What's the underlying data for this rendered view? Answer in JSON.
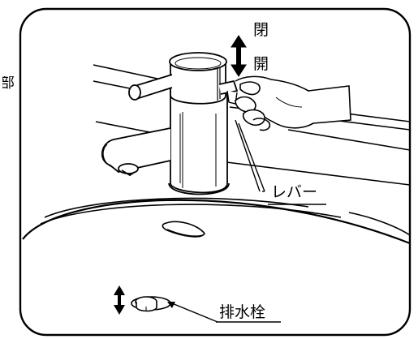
{
  "labels": {
    "close": "閉",
    "open": "開",
    "lever": "レバー",
    "drain_stopper": "排水栓",
    "edge_fragment": "部"
  },
  "colors": {
    "line": "#000000",
    "background": "#ffffff"
  }
}
